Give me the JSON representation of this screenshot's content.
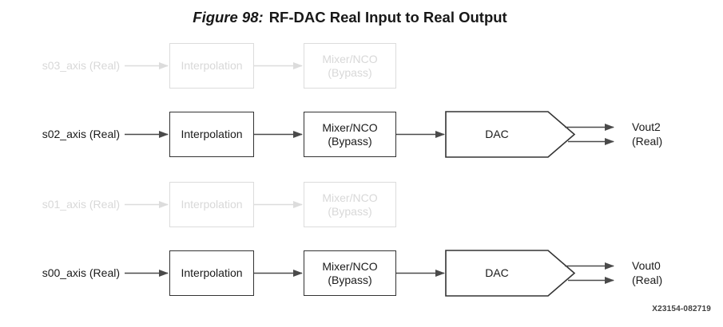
{
  "figure": {
    "title_prefix": "Figure 98:",
    "title_text": "RF-DAC Real Input to Real Output",
    "watermark": "X23154-082719",
    "colors": {
      "active_line": "#4a4a4a",
      "active_border": "#333333",
      "active_text": "#1a1a1a",
      "inactive_gray": "#dcdcdc",
      "background": "#ffffff"
    }
  },
  "rows": [
    {
      "name": "s03",
      "state": "inactive",
      "input_label": "s03_axis (Real)",
      "interpolation_label": "Interpolation",
      "mixer_line1": "Mixer/NCO",
      "mixer_line2": "(Bypass)"
    },
    {
      "name": "s02",
      "state": "active",
      "input_label": "s02_axis (Real)",
      "interpolation_label": "Interpolation",
      "mixer_line1": "Mixer/NCO",
      "mixer_line2": "(Bypass)",
      "dac_label": "DAC",
      "output_line1": "Vout2",
      "output_line2": "(Real)"
    },
    {
      "name": "s01",
      "state": "inactive",
      "input_label": "s01_axis (Real)",
      "interpolation_label": "Interpolation",
      "mixer_line1": "Mixer/NCO",
      "mixer_line2": "(Bypass)"
    },
    {
      "name": "s00",
      "state": "active",
      "input_label": "s00_axis (Real)",
      "interpolation_label": "Interpolation",
      "mixer_line1": "Mixer/NCO",
      "mixer_line2": "(Bypass)",
      "dac_label": "DAC",
      "output_line1": "Vout0",
      "output_line2": "(Real)"
    }
  ]
}
